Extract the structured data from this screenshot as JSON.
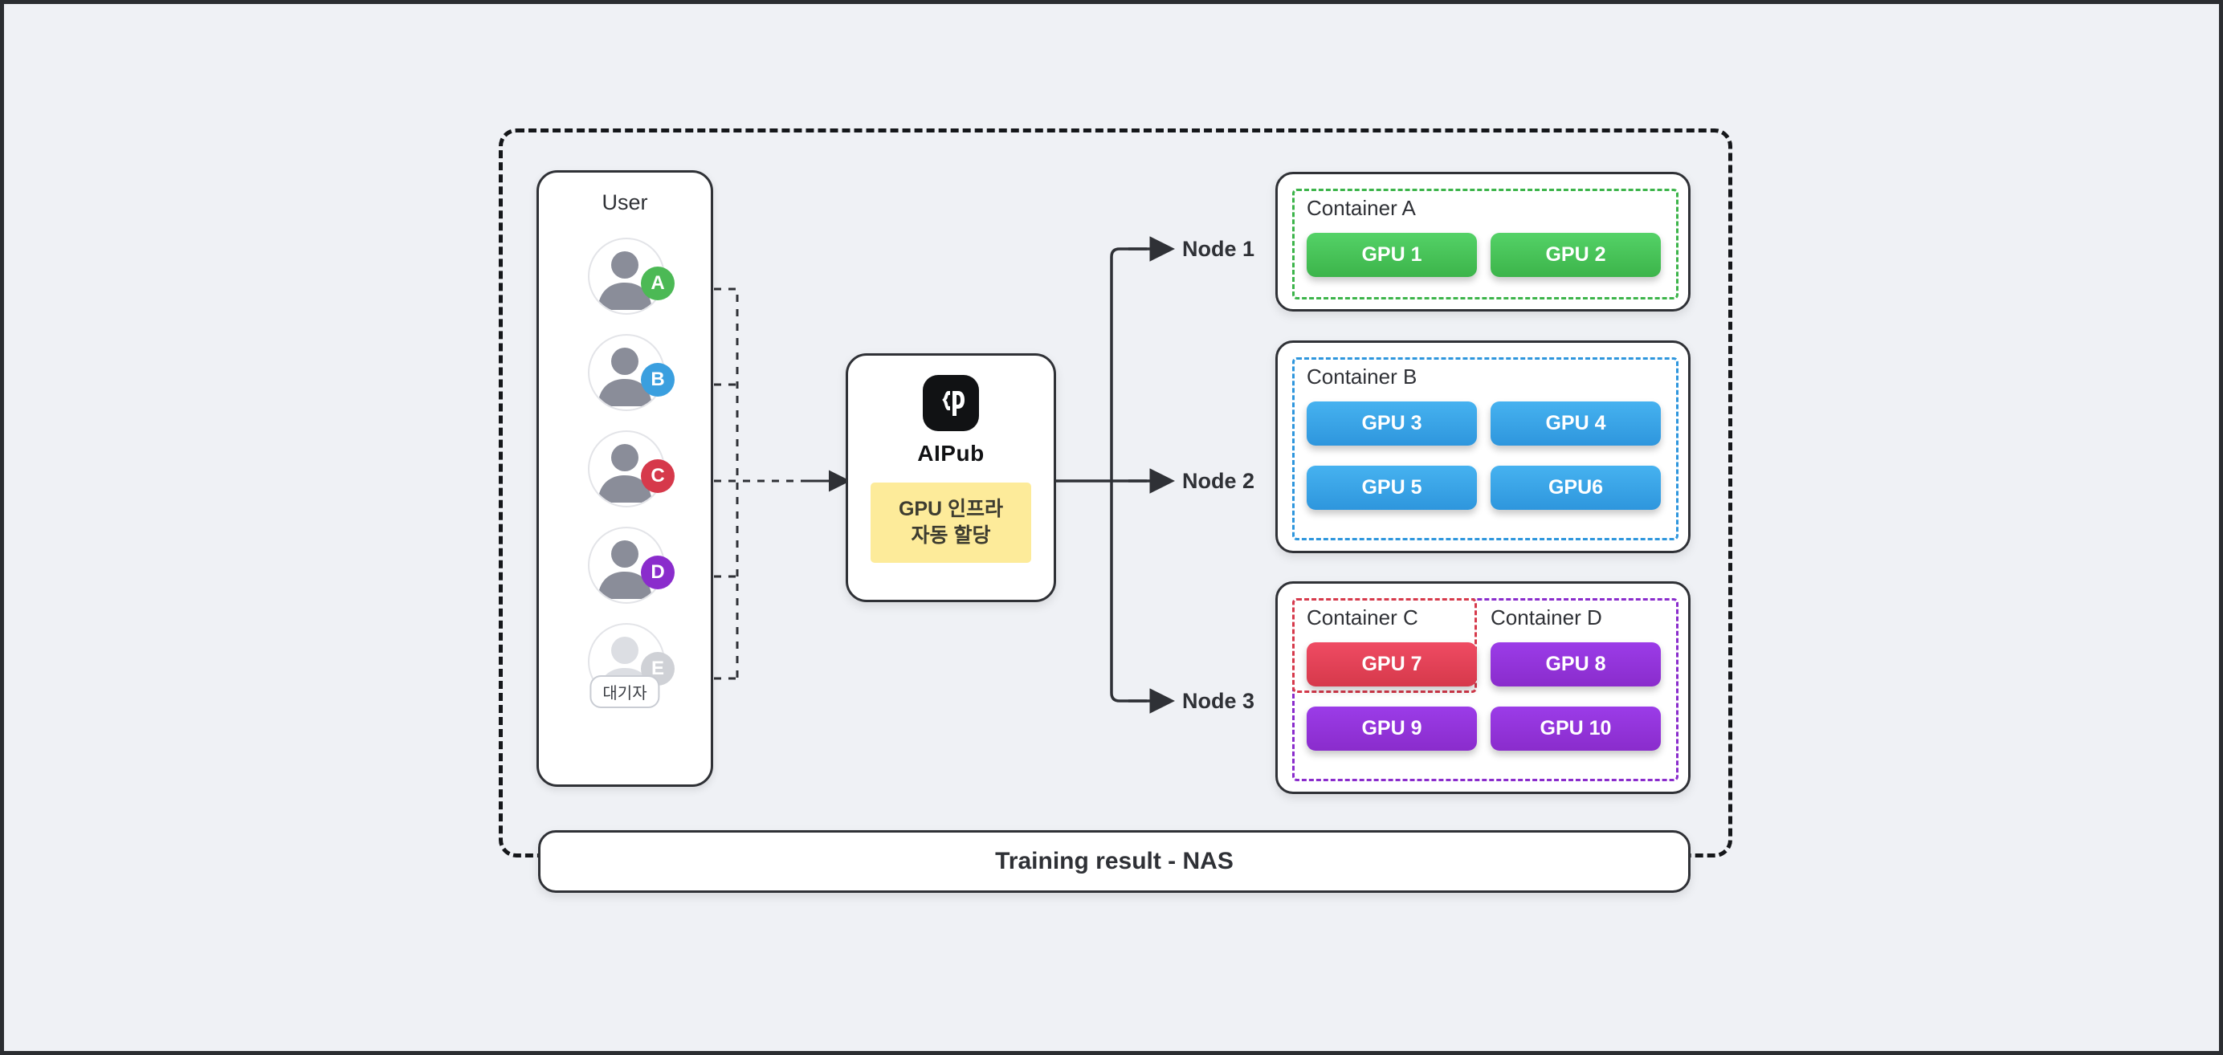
{
  "diagram": {
    "title_nas": "Training result - NAS",
    "colors": {
      "background": "#eff1f5",
      "stroke": "#2f3136",
      "green": "#3cb44a",
      "blue": "#2e96dd",
      "red": "#d6394b",
      "purple": "#8a2ccc",
      "highlight_yellow": "#fdeb9a",
      "badge_grey": "#cfd1d6"
    }
  },
  "user_panel": {
    "title": "User",
    "users": [
      {
        "badge": "A",
        "color": "#4cb955",
        "status": "active"
      },
      {
        "badge": "B",
        "color": "#3a9fdf",
        "status": "active"
      },
      {
        "badge": "C",
        "color": "#d6394b",
        "status": "active"
      },
      {
        "badge": "D",
        "color": "#8a2ccc",
        "status": "active"
      },
      {
        "badge": "E",
        "color": "#cfd1d6",
        "status": "waiting",
        "wait_label": "대기자"
      }
    ]
  },
  "aipub": {
    "logo_icon": "aipub-logo-icon",
    "name": "AIPub",
    "tagline_line1": "GPU 인프라",
    "tagline_line2": "자동 할당"
  },
  "nodes": [
    {
      "label": "Node 1",
      "containers": [
        {
          "name": "Container A",
          "color": "#3cb44a",
          "gpus": [
            "GPU 1",
            "GPU 2"
          ]
        }
      ]
    },
    {
      "label": "Node 2",
      "containers": [
        {
          "name": "Container B",
          "color": "#2e96dd",
          "gpus": [
            "GPU 3",
            "GPU 4",
            "GPU 5",
            "GPU6"
          ]
        }
      ]
    },
    {
      "label": "Node 3",
      "containers": [
        {
          "name": "Container C",
          "color": "#d6394b",
          "gpus": [
            "GPU 7"
          ]
        },
        {
          "name": "Container D",
          "color": "#8a2ccc",
          "gpus": [
            "GPU 8",
            "GPU 9",
            "GPU 10"
          ]
        }
      ]
    }
  ]
}
